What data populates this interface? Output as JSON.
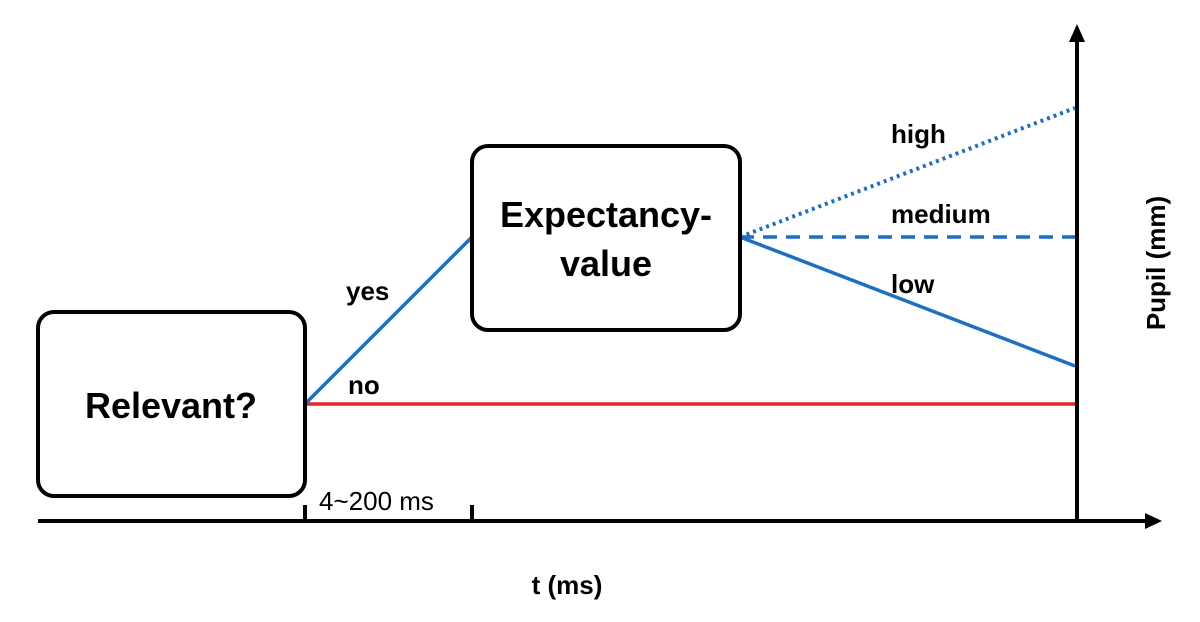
{
  "boxes": {
    "relevant": "Relevant?",
    "expectancy_line1": "Expectancy-",
    "expectancy_line2": "value"
  },
  "branches": {
    "yes": "yes",
    "no": "no",
    "high": "high",
    "medium": "medium",
    "low": "low"
  },
  "axes": {
    "x_label": "t (ms)",
    "y_label": "Pupil (mm)",
    "interval_label": "4~200 ms"
  },
  "colors": {
    "relevant_path": "#1f6fc0",
    "irrelevant_path": "#e3272b",
    "axis": "#000000"
  }
}
